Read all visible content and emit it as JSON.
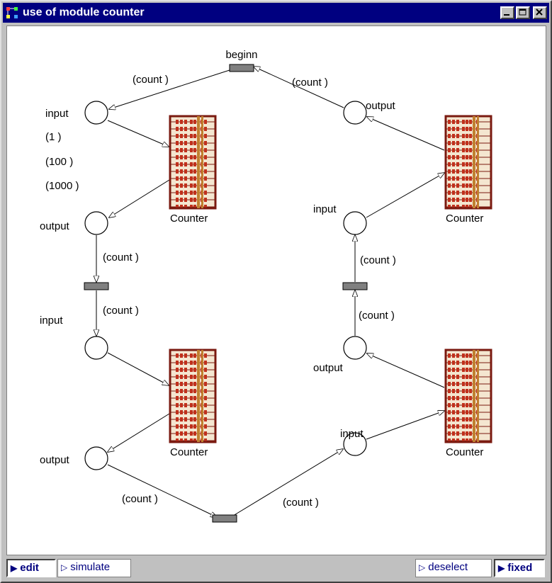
{
  "window": {
    "title": "use of module counter"
  },
  "diagram": {
    "labels": {
      "beginn": "beginn",
      "count": "(count )",
      "input": "input",
      "output": "output",
      "counter": "Counter",
      "init1": "(1 )",
      "init100": "(100 )",
      "init1000": "(1000 )"
    }
  },
  "statusbar": {
    "edit": "edit",
    "simulate": "simulate",
    "deselect": "deselect",
    "fixed": "fixed"
  },
  "colors": {
    "title_bg": "#000080",
    "abacus_frame": "#7a1a10",
    "abacus_bead": "#c0301c",
    "transition": "#808080"
  }
}
